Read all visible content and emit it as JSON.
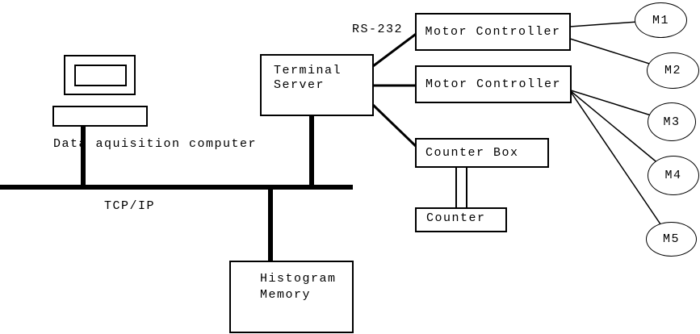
{
  "colors": {
    "line": "#000000",
    "background": "#ffffff"
  },
  "labels": {
    "computer": "Data aquisition computer",
    "network": "TCP/IP",
    "serial": "RS-232"
  },
  "nodes": {
    "terminal_server": {
      "line1": "Terminal",
      "line2": "Server"
    },
    "motor_controller_1": {
      "label": "Motor Controller"
    },
    "motor_controller_2": {
      "label": "Motor Controller"
    },
    "counter_box": {
      "label": "Counter Box"
    },
    "counter": {
      "label": "Counter"
    },
    "histogram_memory": {
      "line1": "Histogram",
      "line2": "Memory"
    }
  },
  "motors": [
    {
      "label": "M1"
    },
    {
      "label": "M2"
    },
    {
      "label": "M3"
    },
    {
      "label": "M4"
    },
    {
      "label": "M5"
    }
  ]
}
